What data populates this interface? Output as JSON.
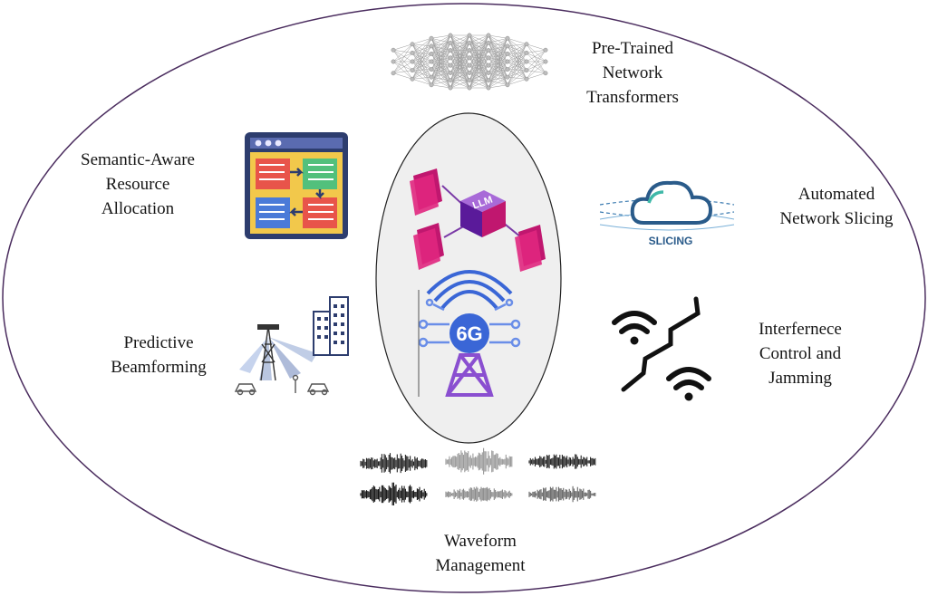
{
  "labels": {
    "pretrained": [
      "Pre-Trained",
      "Network",
      "Transformers"
    ],
    "semantic": [
      "Semantic-Aware",
      "Resource",
      "Allocation"
    ],
    "slicing": [
      "Automated",
      "Network Slicing"
    ],
    "predictive": [
      "Predictive",
      "Beamforming"
    ],
    "interference": [
      "Interfernece",
      "Control and",
      "Jamming"
    ],
    "waveform": [
      "Waveform",
      "Management"
    ]
  },
  "icons": {
    "llm_text": "LLM",
    "sixg_text": "6G",
    "slicing_text": "SLICING"
  },
  "colors": {
    "outer_ellipse": "#4a2c5e",
    "inner_ellipse_fill": "#efefef",
    "llm_magenta": "#c0176f",
    "llm_purple": "#5a1a9a",
    "tower_blue": "#3a66d6",
    "tower_purple": "#8a4fd0",
    "cloud_blue": "#2a5b8a"
  }
}
